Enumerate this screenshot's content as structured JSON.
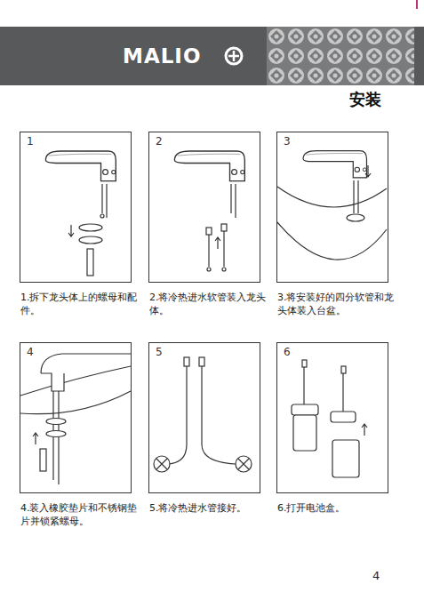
{
  "diagram": {
    "title": "安装",
    "nodes": [
      {
        "text": [
          "1",
          "1.拆下龙头体上的螺母和配件。"
        ]
      },
      {
        "text": [
          "2",
          "2.将冷热进水软管装入龙头体。"
        ]
      },
      {
        "text": [
          "3",
          "3.将安装好的四分软管和龙头体装入台盆。"
        ]
      },
      {
        "text": [
          "4",
          "4.装入橡胶垫片和不锈钢垫片并锁紧螺母。"
        ]
      },
      {
        "text": [
          "5",
          "5.将冷热进水管接好。"
        ]
      },
      {
        "text": [
          "6",
          "6.打开电池盒。"
        ]
      }
    ],
    "labels": [
      "MALIO",
      "4"
    ]
  }
}
